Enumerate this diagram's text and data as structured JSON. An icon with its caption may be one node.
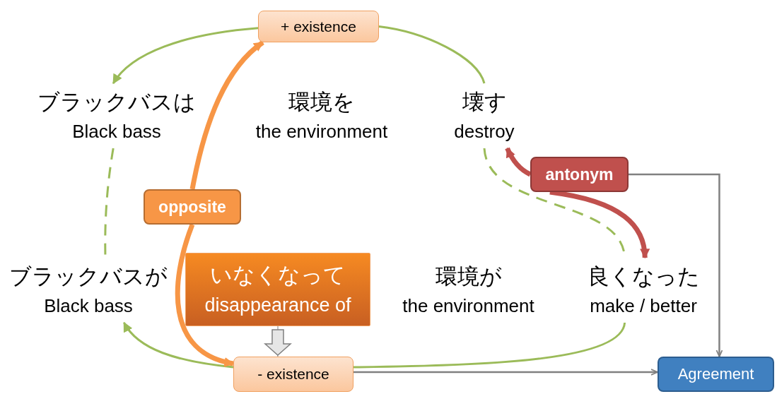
{
  "diagram": {
    "nodes": [
      {
        "text": [
          "+ existence"
        ]
      },
      {
        "text": [
          "ブラックバスは",
          "Black bass"
        ]
      },
      {
        "text": [
          "環境を",
          "the environment"
        ]
      },
      {
        "text": [
          "壊す",
          "destroy"
        ]
      },
      {
        "text": [
          "opposite"
        ]
      },
      {
        "text": [
          "antonym"
        ]
      },
      {
        "text": [
          "ブラックバスが",
          "Black bass"
        ]
      },
      {
        "text": [
          "いなくなって",
          "disappearance of"
        ]
      },
      {
        "text": [
          "環境が",
          "the environment"
        ]
      },
      {
        "text": [
          "良くなった",
          "make / better"
        ]
      },
      {
        "text": [
          "- existence"
        ]
      },
      {
        "text": [
          "Agreement"
        ]
      }
    ],
    "edges": [
      {
        "from": 3,
        "to": 0,
        "arrow": "none"
      },
      {
        "from": 0,
        "to": 1,
        "arrow": "to"
      },
      {
        "from": 1,
        "to": 6,
        "arrow": "none",
        "style": "dashed"
      },
      {
        "from": 3,
        "to": 9,
        "arrow": "none",
        "style": "dashed"
      },
      {
        "from": 9,
        "to": 10,
        "arrow": "none"
      },
      {
        "from": 10,
        "to": 6,
        "arrow": "to"
      },
      {
        "from": 4,
        "to": 0,
        "arrow": "to",
        "style": "thick",
        "color": "#f79646"
      },
      {
        "from": 4,
        "to": 10,
        "arrow": "to",
        "style": "thick",
        "color": "#f79646"
      },
      {
        "from": 5,
        "to": 3,
        "arrow": "to",
        "style": "thick",
        "color": "#c0504d"
      },
      {
        "from": 5,
        "to": 9,
        "arrow": "to",
        "style": "thick",
        "color": "#c0504d"
      },
      {
        "from": 5,
        "to": 11,
        "arrow": "to",
        "color": "#808080"
      },
      {
        "from": 10,
        "to": 11,
        "arrow": "to",
        "color": "#808080"
      },
      {
        "from": 7,
        "to": 10,
        "arrow": "to",
        "color": "#7f7f7f"
      }
    ]
  }
}
